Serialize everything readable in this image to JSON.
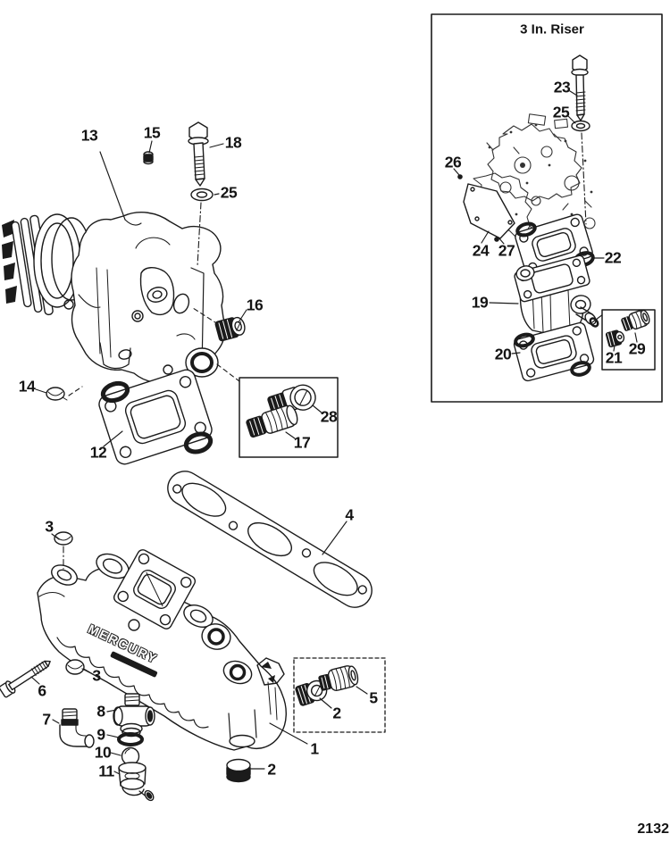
{
  "page": {
    "inset_title": "3 In. Riser",
    "drawing_number": "2132",
    "cast_text": "MERCURY"
  },
  "callouts": [
    {
      "label": "13"
    },
    {
      "label": "15"
    },
    {
      "label": "18"
    },
    {
      "label": "25"
    },
    {
      "label": "16"
    },
    {
      "label": "14"
    },
    {
      "label": "12"
    },
    {
      "label": "28"
    },
    {
      "label": "17"
    },
    {
      "label": "4"
    },
    {
      "label": "3"
    },
    {
      "label": "3"
    },
    {
      "label": "6"
    },
    {
      "label": "7"
    },
    {
      "label": "8"
    },
    {
      "label": "9"
    },
    {
      "label": "10"
    },
    {
      "label": "11"
    },
    {
      "label": "1"
    },
    {
      "label": "2"
    },
    {
      "label": "5"
    },
    {
      "label": "2"
    },
    {
      "label": "23"
    },
    {
      "label": "25"
    },
    {
      "label": "26"
    },
    {
      "label": "24"
    },
    {
      "label": "27"
    },
    {
      "label": "22"
    },
    {
      "label": "19"
    },
    {
      "label": "20"
    },
    {
      "label": "21"
    },
    {
      "label": "29"
    }
  ]
}
